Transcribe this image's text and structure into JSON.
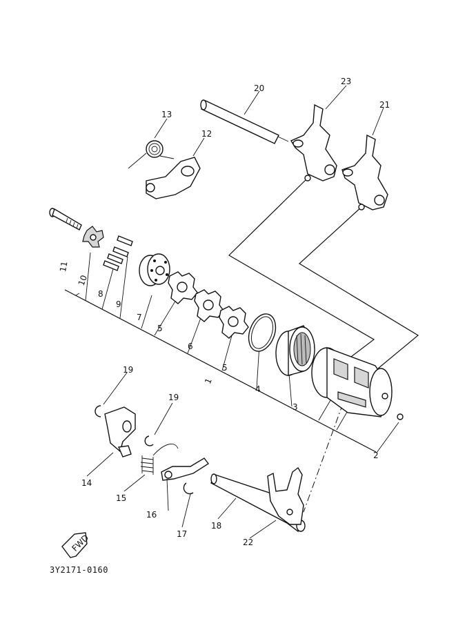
{
  "diagram": {
    "catalog_code": "3Y2171-0160",
    "fwd_arrow_text": "FWD",
    "callouts": [
      {
        "id": "c1",
        "text": "1"
      },
      {
        "id": "c2",
        "text": "2"
      },
      {
        "id": "c3",
        "text": "3"
      },
      {
        "id": "c4",
        "text": "4"
      },
      {
        "id": "c5a",
        "text": "5"
      },
      {
        "id": "c5b",
        "text": "5"
      },
      {
        "id": "c6",
        "text": "6"
      },
      {
        "id": "c7",
        "text": "7"
      },
      {
        "id": "c8",
        "text": "8"
      },
      {
        "id": "c9",
        "text": "9"
      },
      {
        "id": "c10",
        "text": "10"
      },
      {
        "id": "c11",
        "text": "11"
      },
      {
        "id": "c12",
        "text": "12"
      },
      {
        "id": "c13",
        "text": "13"
      },
      {
        "id": "c14",
        "text": "14"
      },
      {
        "id": "c15",
        "text": "15"
      },
      {
        "id": "c16",
        "text": "16"
      },
      {
        "id": "c17",
        "text": "17"
      },
      {
        "id": "c18",
        "text": "18"
      },
      {
        "id": "c19a",
        "text": "19"
      },
      {
        "id": "c19b",
        "text": "19"
      },
      {
        "id": "c20",
        "text": "20"
      },
      {
        "id": "c21",
        "text": "21"
      },
      {
        "id": "c22",
        "text": "22"
      },
      {
        "id": "c23",
        "text": "23"
      }
    ]
  }
}
